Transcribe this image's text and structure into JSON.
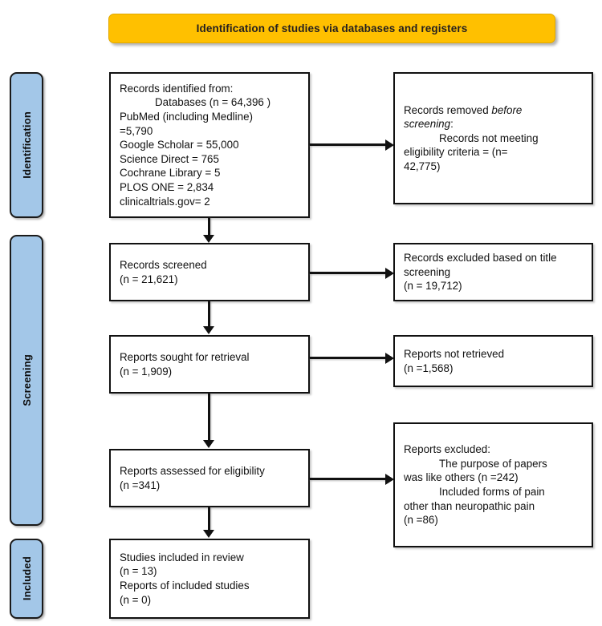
{
  "banner": {
    "title": "Identification of studies via databases and registers",
    "color": "#FFC000"
  },
  "stages": [
    {
      "key": "identification",
      "label": "Identification"
    },
    {
      "key": "screening",
      "label": "Screening"
    },
    {
      "key": "included",
      "label": "Included"
    }
  ],
  "stage_color": "#A3C7E8",
  "boxes": {
    "identified": {
      "line1": "Records identified from:",
      "line2": "Databases (n = 64,396 )",
      "line3": "PubMed (including Medline)",
      "line4": "=5,790",
      "line5": "Google Scholar = 55,000",
      "line6": "Science Direct = 765",
      "line7": "Cochrane Library = 5",
      "line8": "PLOS ONE = 2,834",
      "line9": "clinicaltrials.gov= 2"
    },
    "removed": {
      "line1a": "Records removed ",
      "line1b": "before",
      "line2a": "screening",
      "line2b": ":",
      "line3": "Records not meeting",
      "line4": "eligibility criteria = (n=",
      "line5": "42,775)"
    },
    "screened": {
      "line1": "Records screened",
      "line2": "(n = 21,621)"
    },
    "excluded_title": {
      "line1": "Records excluded based on title",
      "line2": "screening",
      "line3": "(n = 19,712)"
    },
    "sought": {
      "line1": "Reports sought for retrieval",
      "line2": "(n = 1,909)"
    },
    "not_retrieved": {
      "line1": "Reports not retrieved",
      "line2": "(n =1,568)"
    },
    "assessed": {
      "line1": "Reports assessed for eligibility",
      "line2": "(n =341)"
    },
    "excluded_full": {
      "line1": "Reports excluded:",
      "line2": "The purpose of papers",
      "line3": "was like others (n =242)",
      "line4": "Included forms of pain",
      "line5": "other than neuropathic pain",
      "line6": "(n =86)"
    },
    "included": {
      "line1": "Studies included in review",
      "line2": "(n = 13)",
      "line3": "Reports of included studies",
      "line4": "(n = 0)"
    }
  }
}
